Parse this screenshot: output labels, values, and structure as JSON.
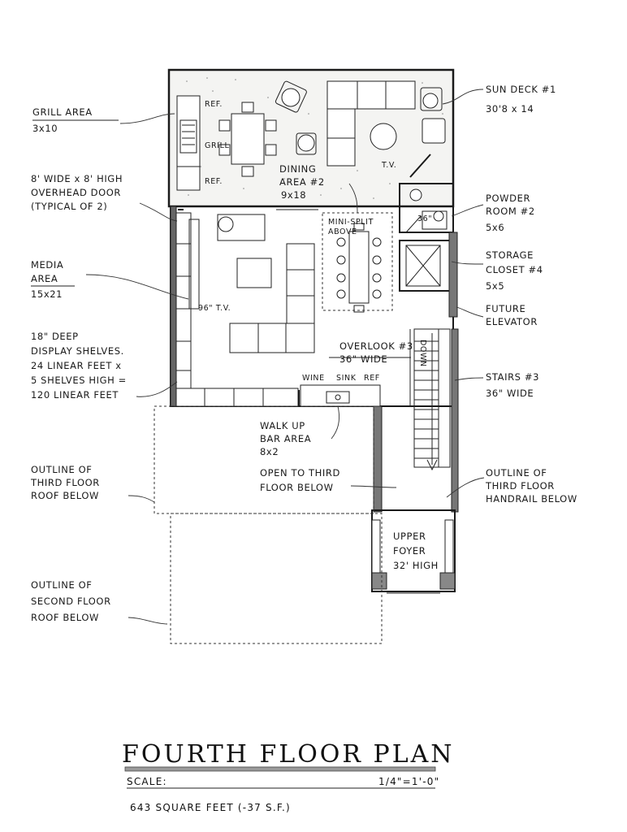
{
  "title": "FOURTH FLOOR PLAN",
  "scale_label": "SCALE:",
  "scale_value": "1/4\"=1'-0\"",
  "area_note": "643 SQUARE FEET (-37 S.F.)",
  "labels": {
    "grill_area": [
      "GRILL AREA",
      "3x10"
    ],
    "overhead_door": [
      "8' WIDE x 8' HIGH",
      "OVERHEAD DOOR",
      "(TYPICAL OF 2)"
    ],
    "media_area": [
      "MEDIA",
      "AREA",
      "15x21"
    ],
    "display_shelves": [
      "18\" DEEP",
      "DISPLAY SHELVES.",
      "24 LINEAR FEET x",
      "5 SHELVES HIGH =",
      "120 LINEAR FEET"
    ],
    "third_floor_roof": [
      "OUTLINE OF",
      "THIRD FLOOR",
      "ROOF BELOW"
    ],
    "second_floor_roof": [
      "OUTLINE OF",
      "SECOND FLOOR",
      "ROOF BELOW"
    ],
    "sun_deck": [
      "SUN DECK #1",
      "30'8 x 14"
    ],
    "powder_room": [
      "POWDER",
      "ROOM #2",
      "5x6"
    ],
    "storage_closet": [
      "STORAGE",
      "CLOSET #4",
      "5x5"
    ],
    "future_elevator": [
      "FUTURE",
      "ELEVATOR"
    ],
    "stairs": [
      "STAIRS #3",
      "36\" WIDE"
    ],
    "handrail": [
      "OUTLINE OF",
      "THIRD FLOOR",
      "HANDRAIL BELOW"
    ],
    "dining_area": [
      "DINING",
      "AREA #2",
      "9x18"
    ],
    "mini_split": [
      "MINI-SPLIT",
      "ABOVE"
    ],
    "overlook": [
      "OVERLOOK #3",
      "36\" WIDE"
    ],
    "bar_row": [
      "WINE",
      "SINK",
      "REF"
    ],
    "walk_up_bar": [
      "WALK UP",
      "BAR AREA",
      "8x2"
    ],
    "open_to_third": [
      "OPEN TO THIRD",
      "FLOOR BELOW"
    ],
    "upper_foyer": [
      "UPPER",
      "FOYER",
      "32' HIGH"
    ],
    "tv_media": "96\" T.V.",
    "tv_deck": "T.V.",
    "ref_top": "REF.",
    "grill": "GRILL",
    "ref_bottom": "REF.",
    "door_swing": "36\"",
    "down": "DOWN"
  }
}
